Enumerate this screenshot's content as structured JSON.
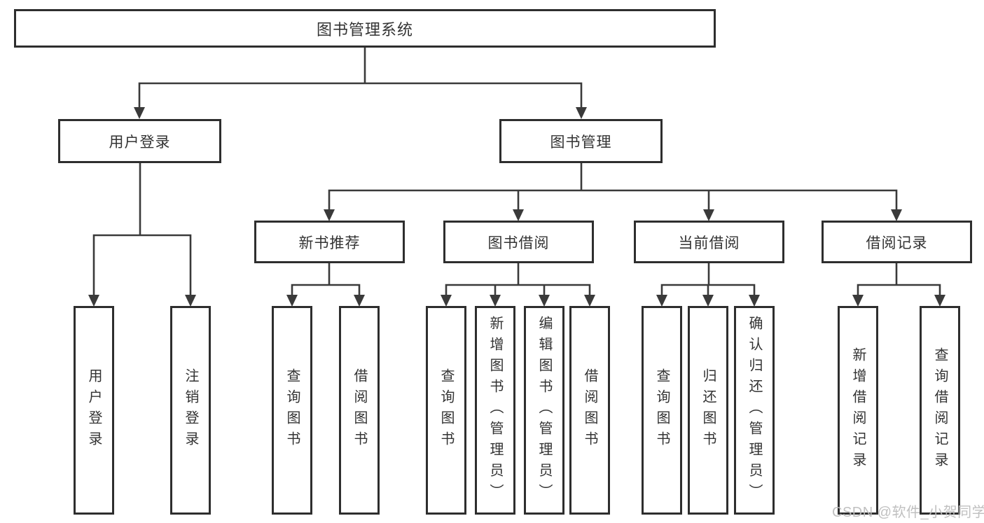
{
  "tree": {
    "root": {
      "label": "图书管理系统",
      "children": [
        {
          "label": "用户登录",
          "children": [
            {
              "label": "用户登录"
            },
            {
              "label": "注销登录"
            }
          ]
        },
        {
          "label": "图书管理",
          "children": [
            {
              "label": "新书推荐",
              "children": [
                {
                  "label": "查询图书"
                },
                {
                  "label": "借阅图书"
                }
              ]
            },
            {
              "label": "图书借阅",
              "children": [
                {
                  "label": "查询图书"
                },
                {
                  "label": "新增图书（管理员）"
                },
                {
                  "label": "编辑图书（管理员）"
                },
                {
                  "label": "借阅图书"
                }
              ]
            },
            {
              "label": "当前借阅",
              "children": [
                {
                  "label": "查询图书"
                },
                {
                  "label": "归还图书"
                },
                {
                  "label": "确认归还（管理员）"
                }
              ]
            },
            {
              "label": "借阅记录",
              "children": [
                {
                  "label": "新增借阅记录"
                },
                {
                  "label": "查询借阅记录"
                }
              ]
            }
          ]
        }
      ]
    }
  },
  "watermark": {
    "text": "CSDN @软件_小贺同学"
  },
  "colors": {
    "line": "#3a3a3a",
    "border": "#2e2e2e",
    "text": "#333333",
    "watermark": "#bdbdbd",
    "background": "#ffffff"
  }
}
